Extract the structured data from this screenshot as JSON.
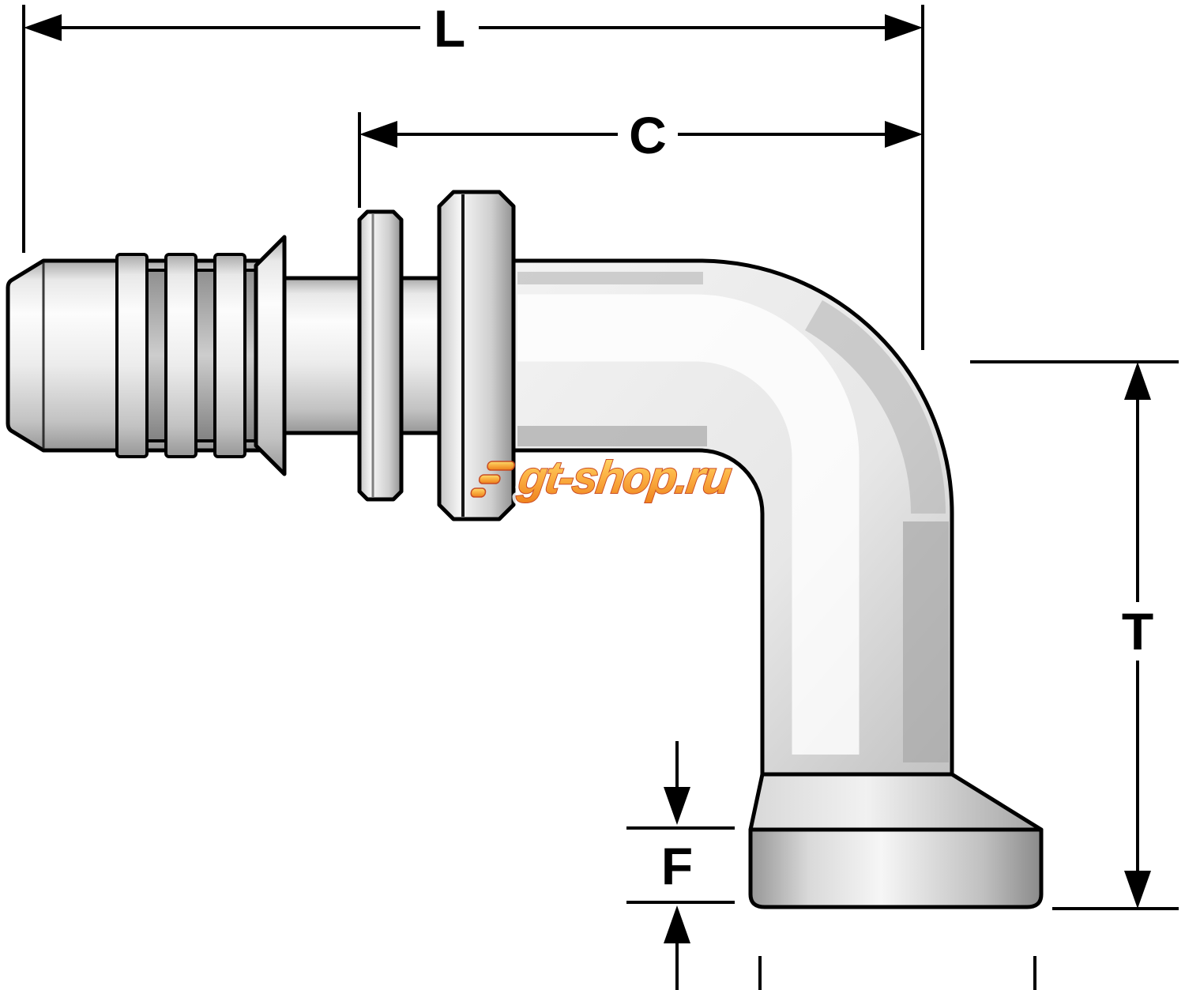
{
  "diagram": {
    "type": "technical-dimensional-drawing",
    "subject": "90-degree flange hydraulic hose fitting, side view with dimension callouts",
    "labels": {
      "L": "L",
      "C": "C",
      "T": "T",
      "F": "F"
    },
    "watermark": {
      "text": "gt-shop.ru"
    },
    "colors": {
      "outline": "#000000",
      "background": "#ffffff",
      "metal_light": "#fcfcfc",
      "metal_mid": "#d9d9d9",
      "metal_dark": "#9b9b9b",
      "watermark_yellow": "#ffe06a",
      "watermark_orange": "#ef7c12",
      "watermark_outline": "#c8441a"
    }
  }
}
